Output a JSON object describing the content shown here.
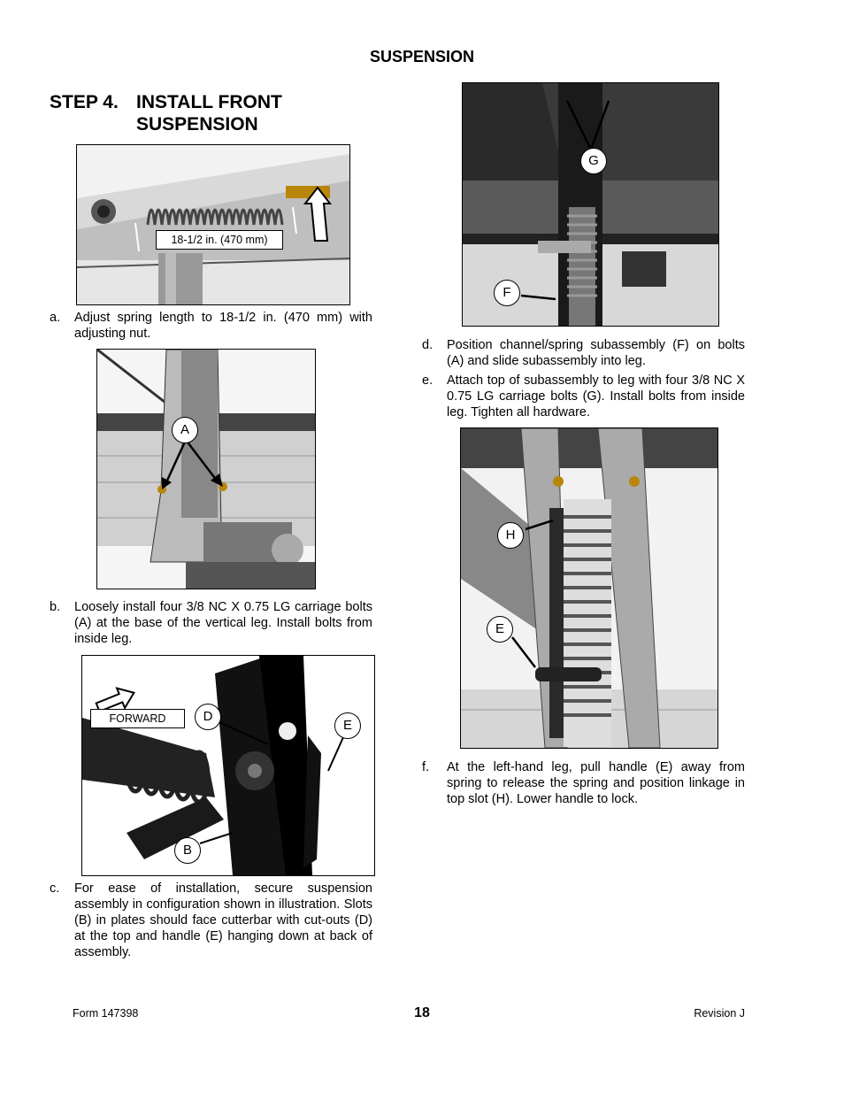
{
  "header": {
    "section": "SUSPENSION"
  },
  "title": {
    "step_num": "STEP 4.",
    "line1": "INSTALL FRONT",
    "line2": "SUSPENSION"
  },
  "figure1": {
    "dimension_label": "18-1/2 in. (470 mm)"
  },
  "figure2": {
    "callout_a": "A"
  },
  "figure3": {
    "forward_label": "FORWARD",
    "callout_d": "D",
    "callout_e": "E",
    "callout_b": "B"
  },
  "figure4": {
    "callout_g": "G",
    "callout_f": "F"
  },
  "figure5": {
    "callout_h": "H",
    "callout_e": "E"
  },
  "steps": [
    {
      "letter": "a.",
      "text": "Adjust spring length to 18-1/2 in. (470 mm) with adjusting nut."
    },
    {
      "letter": "b.",
      "text": "Loosely install four 3/8 NC X 0.75 LG carriage bolts (A) at the base of the vertical leg.  Install bolts from inside leg."
    },
    {
      "letter": "c.",
      "text": "For ease of installation, secure suspension assembly in configuration shown in illustration. Slots (B) in plates should face cutterbar with cut-outs (D) at the top and handle (E) hanging down at back of assembly."
    },
    {
      "letter": "d.",
      "text": "Position channel/spring subassembly (F) on bolts (A) and slide subassembly into leg."
    },
    {
      "letter": "e.",
      "text": "Attach top of subassembly to leg with four 3/8 NC X 0.75 LG carriage bolts (G).  Install bolts from inside leg.  Tighten all hardware."
    },
    {
      "letter": "f.",
      "text": "At the left-hand leg, pull handle (E) away from spring to release the spring and position linkage in top slot (H).  Lower handle to lock."
    }
  ],
  "footer": {
    "form": "Form 147398",
    "page": "18",
    "revision": "Revision J"
  }
}
